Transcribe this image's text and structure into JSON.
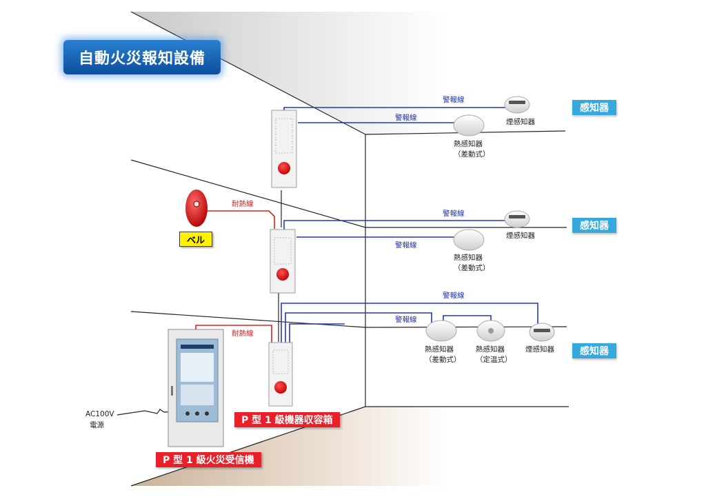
{
  "title": "自動火災報知設備",
  "labels": {
    "detector_tag": "感知器",
    "bell_tag": "ベル",
    "box_tag": "P 型 1 級機器収容箱",
    "panel_tag": "P 型 1 級火災受信機",
    "power": "AC100V",
    "power_sub": "電源",
    "alarm_wire": "警報線",
    "fire_wire": "耐熱線",
    "smoke": "煙感知器",
    "heat": "熱感知器",
    "heat_diff": "（差動式）",
    "heat_fixed": "（定温式）"
  },
  "colors": {
    "alarm_wire": "#2233cc",
    "fire_wire": "#e02020",
    "detector_tag": "#35a9dd",
    "box_tag": "#e8202a",
    "bell_tag": "#fff200",
    "title_badge": "#1a66bb"
  }
}
